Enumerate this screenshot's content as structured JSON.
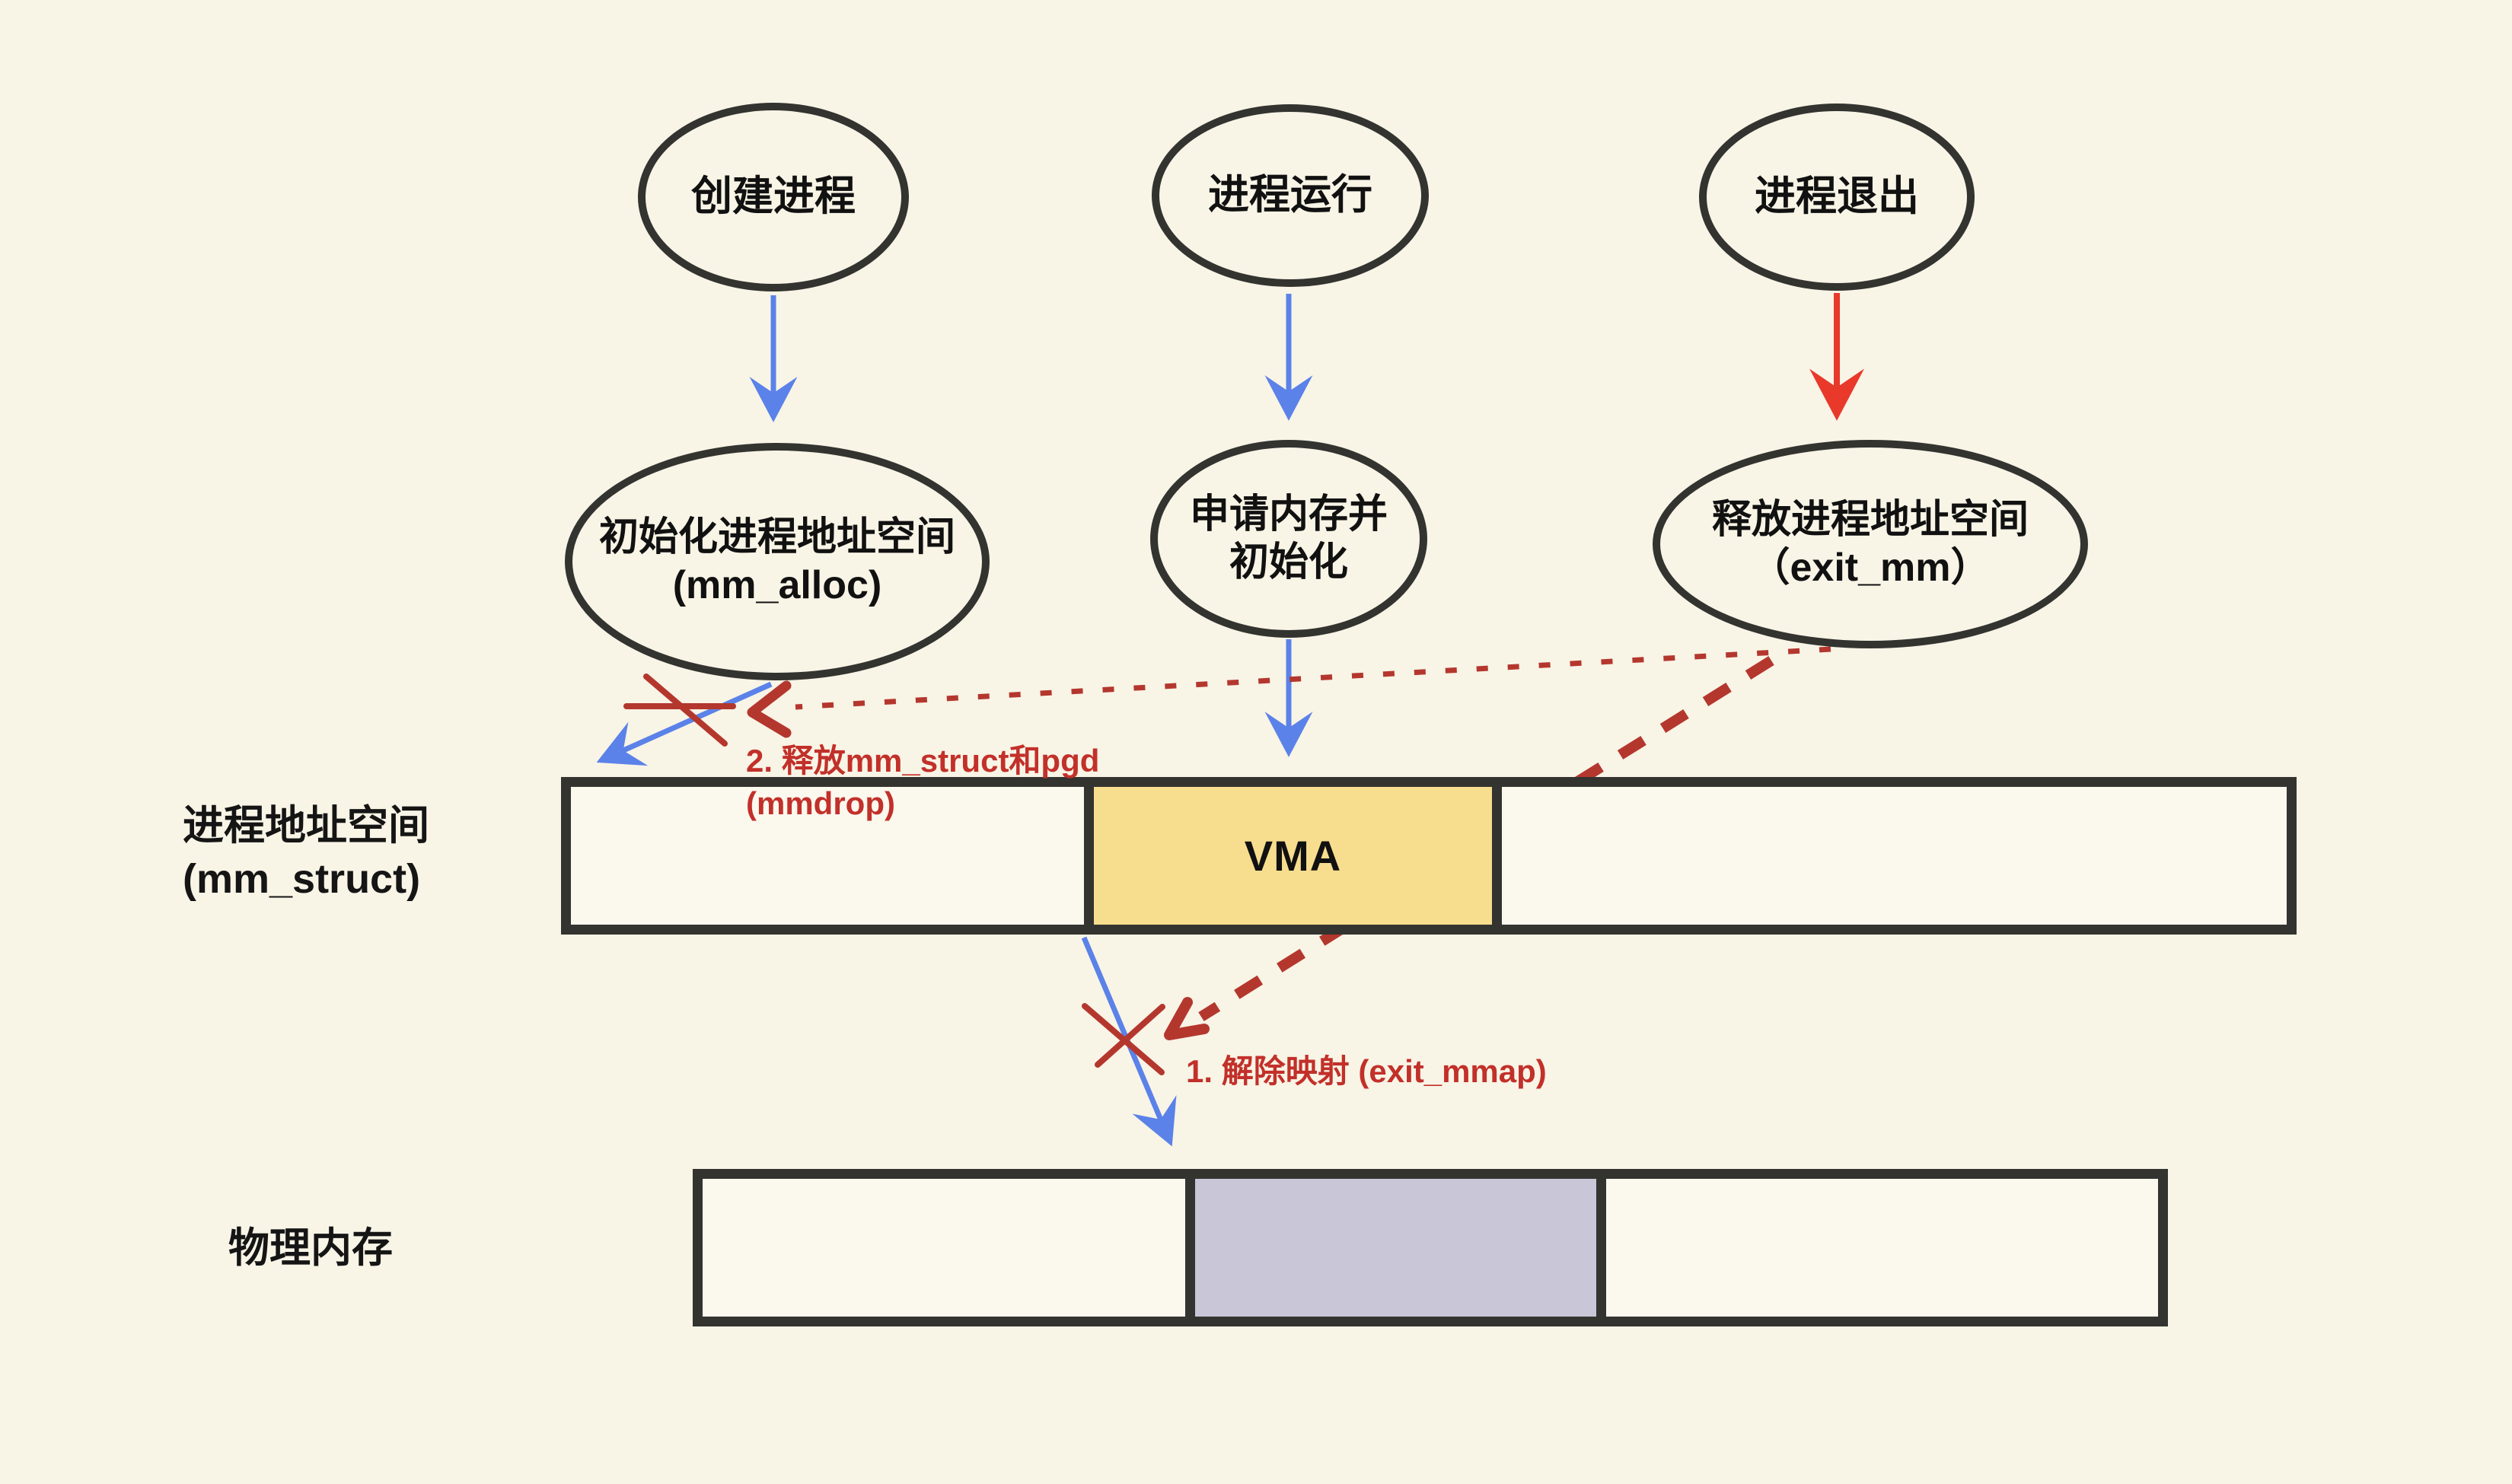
{
  "nodes": {
    "create": {
      "label": "创建进程"
    },
    "run": {
      "label": "进程运行"
    },
    "exit": {
      "label": "进程退出"
    },
    "init": {
      "line1": "初始化进程地址空间",
      "line2": "(mm_alloc)"
    },
    "alloc": {
      "line1": "申请内存并",
      "line2": "初始化"
    },
    "release": {
      "line1": "释放进程地址空间",
      "line2": "（exit_mm）"
    }
  },
  "address_space_bar": {
    "label_line1": "进程地址空间",
    "label_line2": "(mm_struct)",
    "vma_label": "VMA"
  },
  "physical_bar": {
    "label": "物理内存"
  },
  "annotations": {
    "step2_line1": "2. 释放mm_struct和pgd",
    "step2_line2": "(mmdrop)",
    "step1": "1. 解除映射 (exit_mmap)"
  },
  "colors": {
    "background": "#f8f4e6",
    "node_stroke": "#333330",
    "bar_fill": "#fbf8ee",
    "vma_fill": "#f7dd8e",
    "physical_used_fill": "#c9c6d8",
    "flow_blue": "#5b82e8",
    "exit_red": "#e8392b",
    "annotation_red": "#c2302a",
    "dashed_red": "#b4372e"
  }
}
